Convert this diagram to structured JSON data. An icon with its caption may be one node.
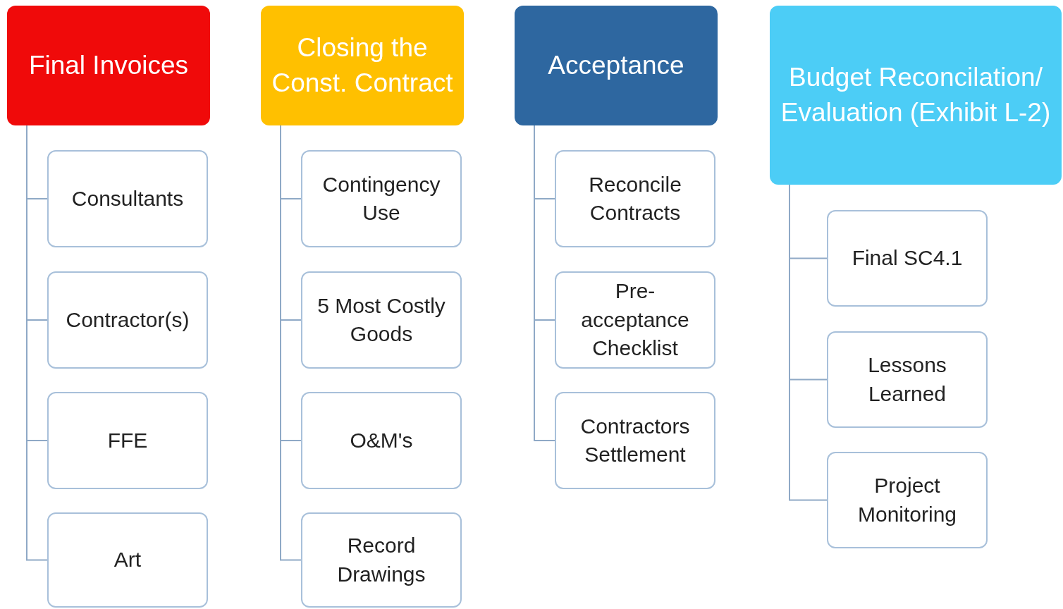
{
  "diagram": {
    "nodes": [
      {
        "text": [
          "Final Invoices"
        ]
      },
      {
        "text": [
          "Consultants"
        ]
      },
      {
        "text": [
          "Contractor(s)"
        ]
      },
      {
        "text": [
          "FFE"
        ]
      },
      {
        "text": [
          "Art"
        ]
      },
      {
        "text": [
          "Closing the Const. Contract"
        ]
      },
      {
        "text": [
          "Contingency Use"
        ]
      },
      {
        "text": [
          "5 Most Costly Goods"
        ]
      },
      {
        "text": [
          "O&M's"
        ]
      },
      {
        "text": [
          "Record Drawings"
        ]
      },
      {
        "text": [
          "Acceptance"
        ]
      },
      {
        "text": [
          "Reconcile Contracts"
        ]
      },
      {
        "text": [
          "Pre-acceptance Checklist"
        ]
      },
      {
        "text": [
          "Contractors Settlement"
        ]
      },
      {
        "text": [
          "Budget Reconcilation/ Evaluation (Exhibit L-2)"
        ]
      },
      {
        "text": [
          "Final SC4.1"
        ]
      },
      {
        "text": [
          "Lessons Learned"
        ]
      },
      {
        "text": [
          "Project Monitoring"
        ]
      }
    ],
    "edges": [
      {
        "from": 0,
        "to": 1,
        "arrow": "none"
      },
      {
        "from": 0,
        "to": 2,
        "arrow": "none"
      },
      {
        "from": 0,
        "to": 3,
        "arrow": "none"
      },
      {
        "from": 0,
        "to": 4,
        "arrow": "none"
      },
      {
        "from": 5,
        "to": 6,
        "arrow": "none"
      },
      {
        "from": 5,
        "to": 7,
        "arrow": "none"
      },
      {
        "from": 5,
        "to": 8,
        "arrow": "none"
      },
      {
        "from": 5,
        "to": 9,
        "arrow": "none"
      },
      {
        "from": 10,
        "to": 11,
        "arrow": "none"
      },
      {
        "from": 10,
        "to": 12,
        "arrow": "none"
      },
      {
        "from": 10,
        "to": 13,
        "arrow": "none"
      },
      {
        "from": 14,
        "to": 15,
        "arrow": "none"
      },
      {
        "from": 14,
        "to": 16,
        "arrow": "none"
      },
      {
        "from": 14,
        "to": 17,
        "arrow": "none"
      }
    ]
  }
}
